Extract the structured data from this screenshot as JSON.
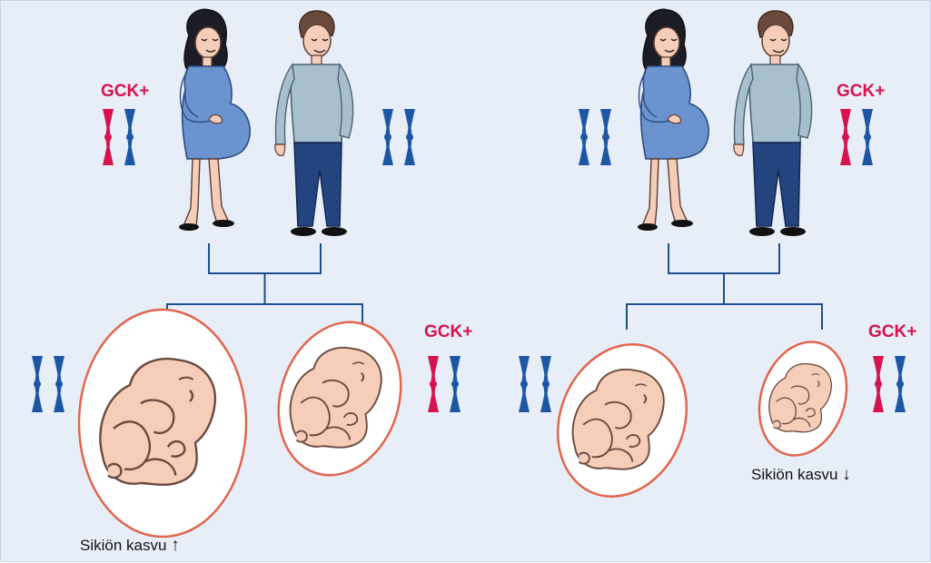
{
  "gene_label": "GCK+",
  "growth_caption": "Sikiön kasvu",
  "colors": {
    "background": "#e8eef8",
    "mutant_chromosome": "#d6134e",
    "normal_chromosome": "#1d57a4",
    "connector_line": "#1d4f8f",
    "womb_outline": "#e2654e",
    "fetus_skin": "#f6cdb9",
    "dress": "#6b93cf",
    "sweater": "#a8bfce",
    "trousers": "#23447e"
  },
  "icons": {
    "arrow_up": "↑",
    "arrow_down": "↓"
  },
  "panels": [
    {
      "mother_gck": true,
      "father_gck": false,
      "offspring": [
        {
          "gck": false,
          "caption": true,
          "arrow": "arrow_up"
        },
        {
          "gck": true,
          "caption": false
        }
      ]
    },
    {
      "mother_gck": false,
      "father_gck": true,
      "offspring": [
        {
          "gck": false,
          "caption": false
        },
        {
          "gck": true,
          "caption": true,
          "arrow": "arrow_down"
        }
      ]
    }
  ]
}
